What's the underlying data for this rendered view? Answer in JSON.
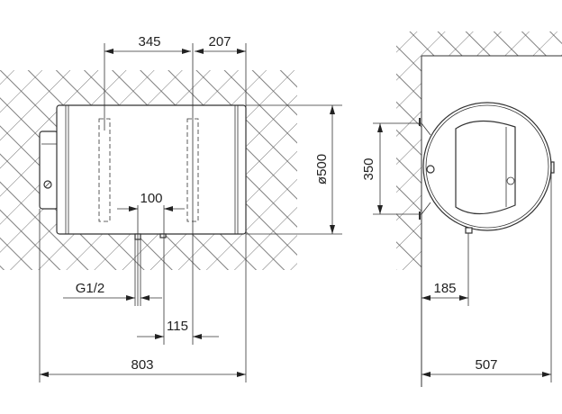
{
  "drawing": {
    "front_view": {
      "dim_bracket_spacing": "345",
      "dim_bracket_to_end": "207",
      "dim_diameter": "ø500",
      "dim_pipe_spacing": "100",
      "dim_pipe_thread": "G1/2",
      "dim_pipe_to_bracket": "115",
      "dim_length": "803"
    },
    "side_view": {
      "dim_mount_height": "350",
      "dim_pipe_offset": "185",
      "dim_depth": "507"
    }
  }
}
